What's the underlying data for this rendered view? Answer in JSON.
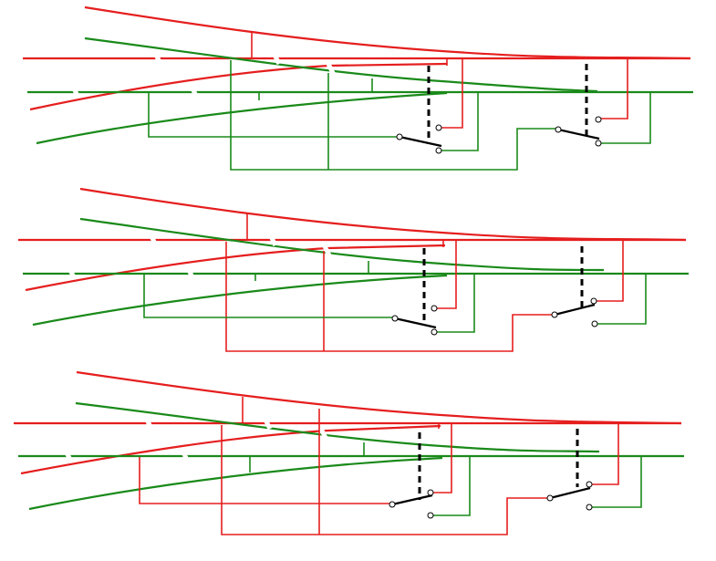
{
  "colors": {
    "red": "#e51e1e",
    "green": "#1a8a1a",
    "black": "#000000",
    "background": "#ffffff"
  },
  "diagram": {
    "panels": [
      {
        "id": "top",
        "variant": "switch-a"
      },
      {
        "id": "middle",
        "variant": "switch-b"
      },
      {
        "id": "bottom",
        "variant": "switch-c"
      }
    ]
  }
}
